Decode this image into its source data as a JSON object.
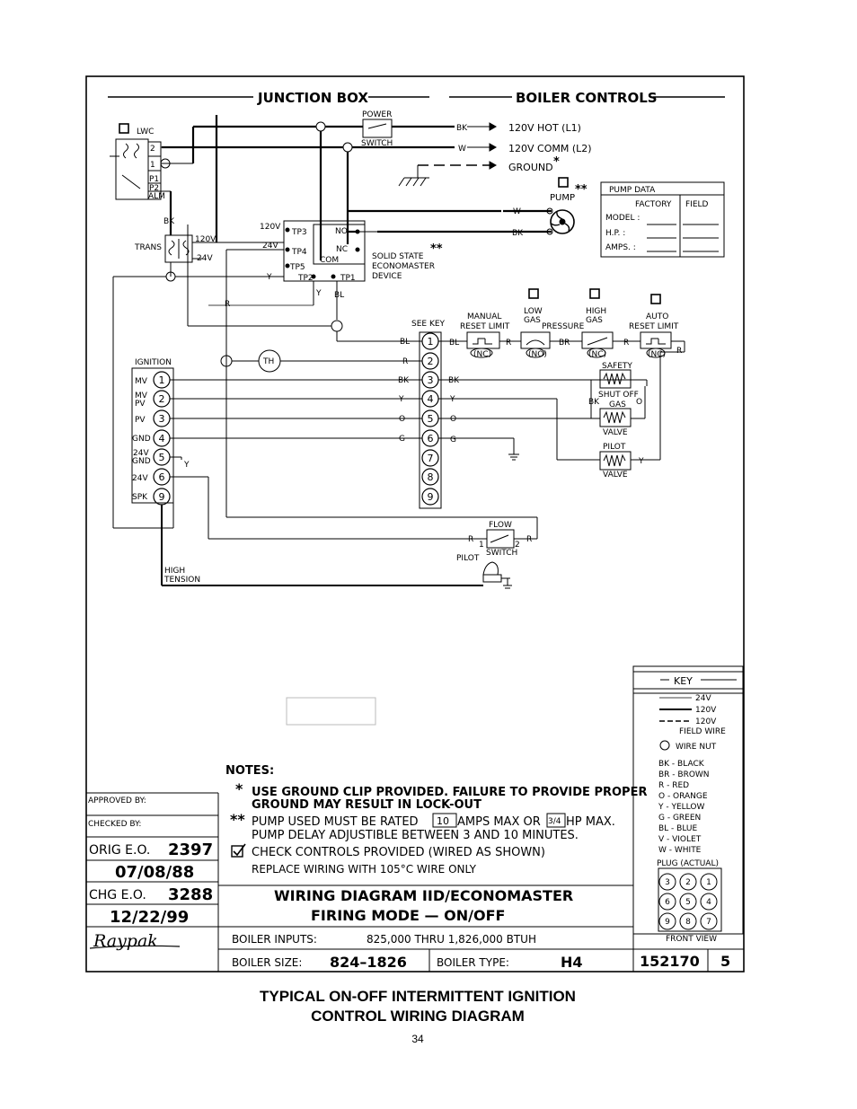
{
  "header": {
    "junction_box": "JUNCTION BOX",
    "boiler_controls": "BOILER CONTROLS"
  },
  "power": {
    "switch_top": "POWER",
    "switch_bottom": "SWITCH",
    "bk": "BK",
    "w": "W",
    "hot": "120V HOT  (L1)",
    "comm": "120V COMM  (L2)",
    "ground": "GROUND",
    "star": "*",
    "pump_label": "PUMP",
    "pump_star": "**"
  },
  "lwc": {
    "label": "LWC",
    "t2": "2",
    "t1": "1",
    "p1": "P1",
    "p2": "P2",
    "alm": "ALM"
  },
  "pump_data": {
    "title": "PUMP DATA",
    "factory": "FACTORY",
    "field": "FIELD",
    "model": "MODEL :",
    "hp": "H.P. :",
    "amps": "AMPS. :"
  },
  "trans": {
    "bk": "BK",
    "label": "TRANS",
    "v120": "120V",
    "v24": "24V"
  },
  "econ": {
    "v120": "120V",
    "v24": "24V",
    "tp3": "TP3",
    "tp4": "TP4",
    "tp5": "TP5",
    "tp2": "TP2",
    "tp1": "TP1",
    "no": "NO",
    "nc": "NC",
    "com": "COM",
    "desc1": "SOLID STATE",
    "desc2": "ECONOMASTER",
    "desc3": "DEVICE",
    "stars": "**",
    "y": "Y",
    "y2": "Y",
    "bl": "BL",
    "r": "R"
  },
  "limits": {
    "see_key": "SEE KEY",
    "manual_1": "MANUAL",
    "manual_2": "RESET LIMIT",
    "low_1": "LOW",
    "low_2": "GAS",
    "pressure": "PRESSURE",
    "high_1": "HIGH",
    "high_2": "GAS",
    "auto_1": "AUTO",
    "auto_2": "RESET LIMIT",
    "nc": "(NC)",
    "no": "(NO)",
    "bl": "BL",
    "r": "R",
    "br": "BR"
  },
  "strip": [
    "1",
    "2",
    "3",
    "4",
    "5",
    "6",
    "7",
    "8",
    "9"
  ],
  "strip_left_wires": [
    "BL",
    "R",
    "BK",
    "Y",
    "O",
    "G"
  ],
  "strip_right_wires": [
    "BL",
    "",
    "BK",
    "Y",
    "O",
    "G"
  ],
  "ignition": {
    "label": "IGNITION",
    "rows": [
      {
        "name": "MV",
        "num": "1"
      },
      {
        "name": "MV PV",
        "num": "2"
      },
      {
        "name": "PV",
        "num": "3"
      },
      {
        "name": "GND",
        "num": "4"
      },
      {
        "name": "24V GND",
        "num": "5"
      },
      {
        "name": "24V",
        "num": "6"
      },
      {
        "name": "SPK",
        "num": "9"
      }
    ],
    "y": "Y",
    "th": "TH"
  },
  "gas_valve": {
    "safety": "SAFETY",
    "shutoff": "SHUT OFF",
    "gas": "GAS",
    "valve": "VALVE",
    "bk": "BK",
    "o": "O",
    "pilot": "PILOT",
    "y": "Y"
  },
  "flow": {
    "label": "FLOW",
    "switch": "SWITCH",
    "r1": "R",
    "r2": "R",
    "n1": "1",
    "n2": "2",
    "pilot": "PILOT",
    "high1": "HIGH",
    "high2": "TENSION"
  },
  "key": {
    "title": "KEY",
    "v24": "24V",
    "v120": "120V",
    "field1": "120V",
    "field2": "FIELD WIRE",
    "wire_nut": "WIRE NUT",
    "colors": [
      "BK - BLACK",
      "BR - BROWN",
      "R - RED",
      "O - ORANGE",
      "Y - YELLOW",
      "G - GREEN",
      "BL - BLUE",
      "V - VIOLET",
      "W - WHITE"
    ],
    "plug": "PLUG (ACTUAL)",
    "plug_rows": [
      [
        "3",
        "2",
        "1"
      ],
      [
        "6",
        "5",
        "4"
      ],
      [
        "9",
        "8",
        "7"
      ]
    ],
    "front": "FRONT VIEW"
  },
  "notes": {
    "title": "NOTES:",
    "n1_mark": "*",
    "n1_a": "USE GROUND CLIP PROVIDED. FAILURE TO PROVIDE PROPER",
    "n1_b": "GROUND MAY RESULT IN LOCK-OUT",
    "n2_mark": "**",
    "n2_a": "PUMP USED MUST BE RATED",
    "n2_amps": "10",
    "n2_b": "AMPS MAX OR",
    "n2_hp": "3/4",
    "n2_c": "HP MAX.",
    "n2_d": "PUMP DELAY ADJUSTIBLE BETWEEN 3 AND 10 MINUTES.",
    "n3": "CHECK CONTROLS PROVIDED (WIRED AS SHOWN)",
    "n4": "REPLACE WIRING WITH 105°C WIRE ONLY"
  },
  "title_block": {
    "approved": "APPROVED BY:",
    "checked": "CHECKED BY:",
    "orig_label": "ORIG E.O.",
    "orig_no": "2397",
    "orig_date": "07/08/88",
    "chg_label": "CHG E.O.",
    "chg_no": "3288",
    "chg_date": "12/22/99",
    "logo": "Raypak",
    "title1": "WIRING DIAGRAM IID/ECONOMASTER",
    "title2": "FIRING MODE — ON/OFF",
    "inputs_label": "BOILER INPUTS:",
    "inputs_value": "825,000  THRU 1,826,000 BTUH",
    "size_label": "BOILER SIZE:",
    "size_value": "824–1826",
    "type_label": "BOILER TYPE:",
    "type_value": "H4",
    "doc_no": "152170",
    "rev": "5"
  },
  "caption": {
    "line1": "TYPICAL ON-OFF INTERMITTENT IGNITION",
    "line2": "CONTROL WIRING DIAGRAM"
  },
  "page_number": "34"
}
